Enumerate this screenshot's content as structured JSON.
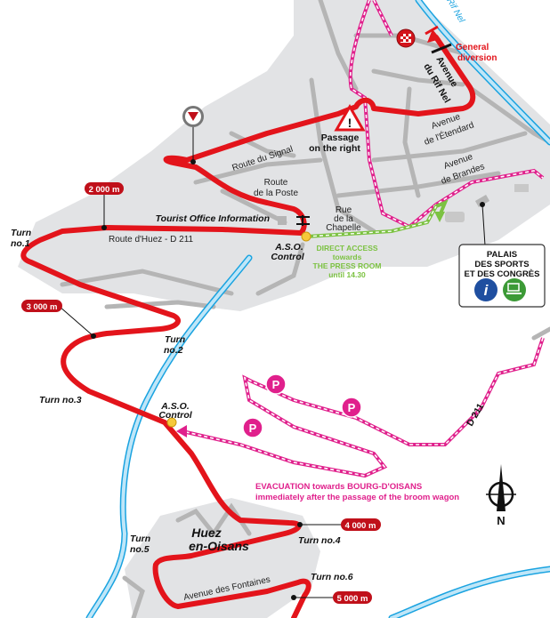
{
  "map": {
    "colors": {
      "route": "#e3141b",
      "evacuation": "#e0208c",
      "direct_access": "#7cc242",
      "river": "#1aa3e0",
      "town": "#e2e3e5",
      "roads": "#b5b5b5"
    },
    "river_label": "Rif Nel",
    "streets": {
      "route_du_signal": "Route du Signal",
      "route_de_la_poste_1": "Route",
      "route_de_la_poste_2": "de la Poste",
      "rue_chapelle_1": "Rue",
      "rue_chapelle_2": "de la",
      "rue_chapelle_3": "Chapelle",
      "route_dhuez": "Route d'Huez - D 211",
      "avenue_etendard_1": "Avenue",
      "avenue_etendard_2": "de l'Étendard",
      "avenue_brandes_1": "Avenue",
      "avenue_brandes_2": "de Brandes",
      "avenue_rif_nel_1": "Avenue",
      "avenue_rif_nel_2": "du Rif Nel",
      "avenue_fontaines": "Avenue des Fontaines",
      "d211": "D 211"
    },
    "town": {
      "line1": "Huez",
      "line2": "en-Oisans"
    },
    "turns": {
      "turn1_a": "Turn",
      "turn1_b": "no.1",
      "turn2_a": "Turn",
      "turn2_b": "no.2",
      "turn3": "Turn no.3",
      "turn4": "Turn no.4",
      "turn5_a": "Turn",
      "turn5_b": "no.5",
      "turn6": "Turn no.6"
    },
    "distance_markers": [
      "2 000 m",
      "3 000 m",
      "4 000 m",
      "5 000 m"
    ],
    "annotations": {
      "tourist_office": "Tourist Office Information",
      "aso_control_1a": "A.S.O.",
      "aso_control_1b": "Control",
      "aso_control_2a": "A.S.O.",
      "aso_control_2b": "Control",
      "passage_1": "Passage",
      "passage_2": "on the right",
      "general_diversion_1": "General",
      "general_diversion_2": "diversion",
      "direct_access": [
        "DIRECT ACCESS",
        "towards",
        "THE PRESS ROOM",
        "until 14.30"
      ],
      "evacuation_1": "EVACUATION towards BOURG-D'OISANS",
      "evacuation_2": "immediately after the passage of the broom wagon"
    },
    "palais": {
      "line1": "PALAIS",
      "line2": "DES SPORTS",
      "line3": "ET DES CONGRÈS"
    },
    "parking_label": "P",
    "info_label": "i",
    "compass_label": "N",
    "icons": [
      "finish-flag-icon",
      "warning-triangle-icon",
      "red-kilometer-marker-icon",
      "parking-icon",
      "info-icon",
      "press-room-laptop-icon",
      "compass-icon",
      "barrier-icon"
    ]
  }
}
